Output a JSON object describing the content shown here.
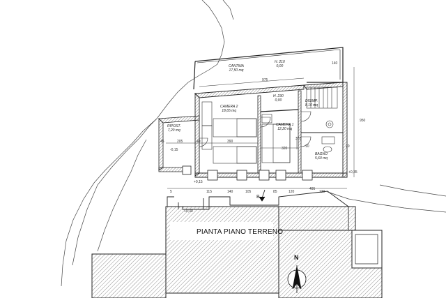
{
  "title": "PIANTA PIANO TERRENO",
  "rooms": {
    "cantina": {
      "name": "CANTINA",
      "area": "17,50 mq",
      "height": "H. 210",
      "level": "0,00"
    },
    "camera2": {
      "name": "CAMERA 2",
      "area": "18,65 mq"
    },
    "camera1": {
      "name": "CAMERA 1",
      "area": "12,20 mq",
      "height": "H. 230",
      "level": "0,00"
    },
    "ripost": {
      "name": "RIPOST.",
      "area": "7,20 mq"
    },
    "disimp": {
      "name": "DISIMP.",
      "area": "8,10 mq"
    },
    "bagno": {
      "name": "BAGNO",
      "area": "5,60 mq"
    }
  },
  "dimensions": {
    "d975": "975",
    "d140": "140",
    "d205": "205",
    "d390": "390",
    "d320": "320",
    "d375": "375",
    "d45": "45",
    "d40": "40",
    "d10": "10",
    "d70": "70",
    "d115": "115",
    "d140b": "140",
    "d105": "105",
    "d85": "85",
    "d120": "120",
    "d120b": "120",
    "d950": "950",
    "d5": "5",
    "d495": "495"
  },
  "levels": {
    "lv_ripost": "-0,15",
    "lv_right": "+0,35",
    "lv_mid": "+0,15",
    "lv_terrace": "+0,30"
  },
  "markers": {
    "section_b": "B"
  },
  "north": "N"
}
